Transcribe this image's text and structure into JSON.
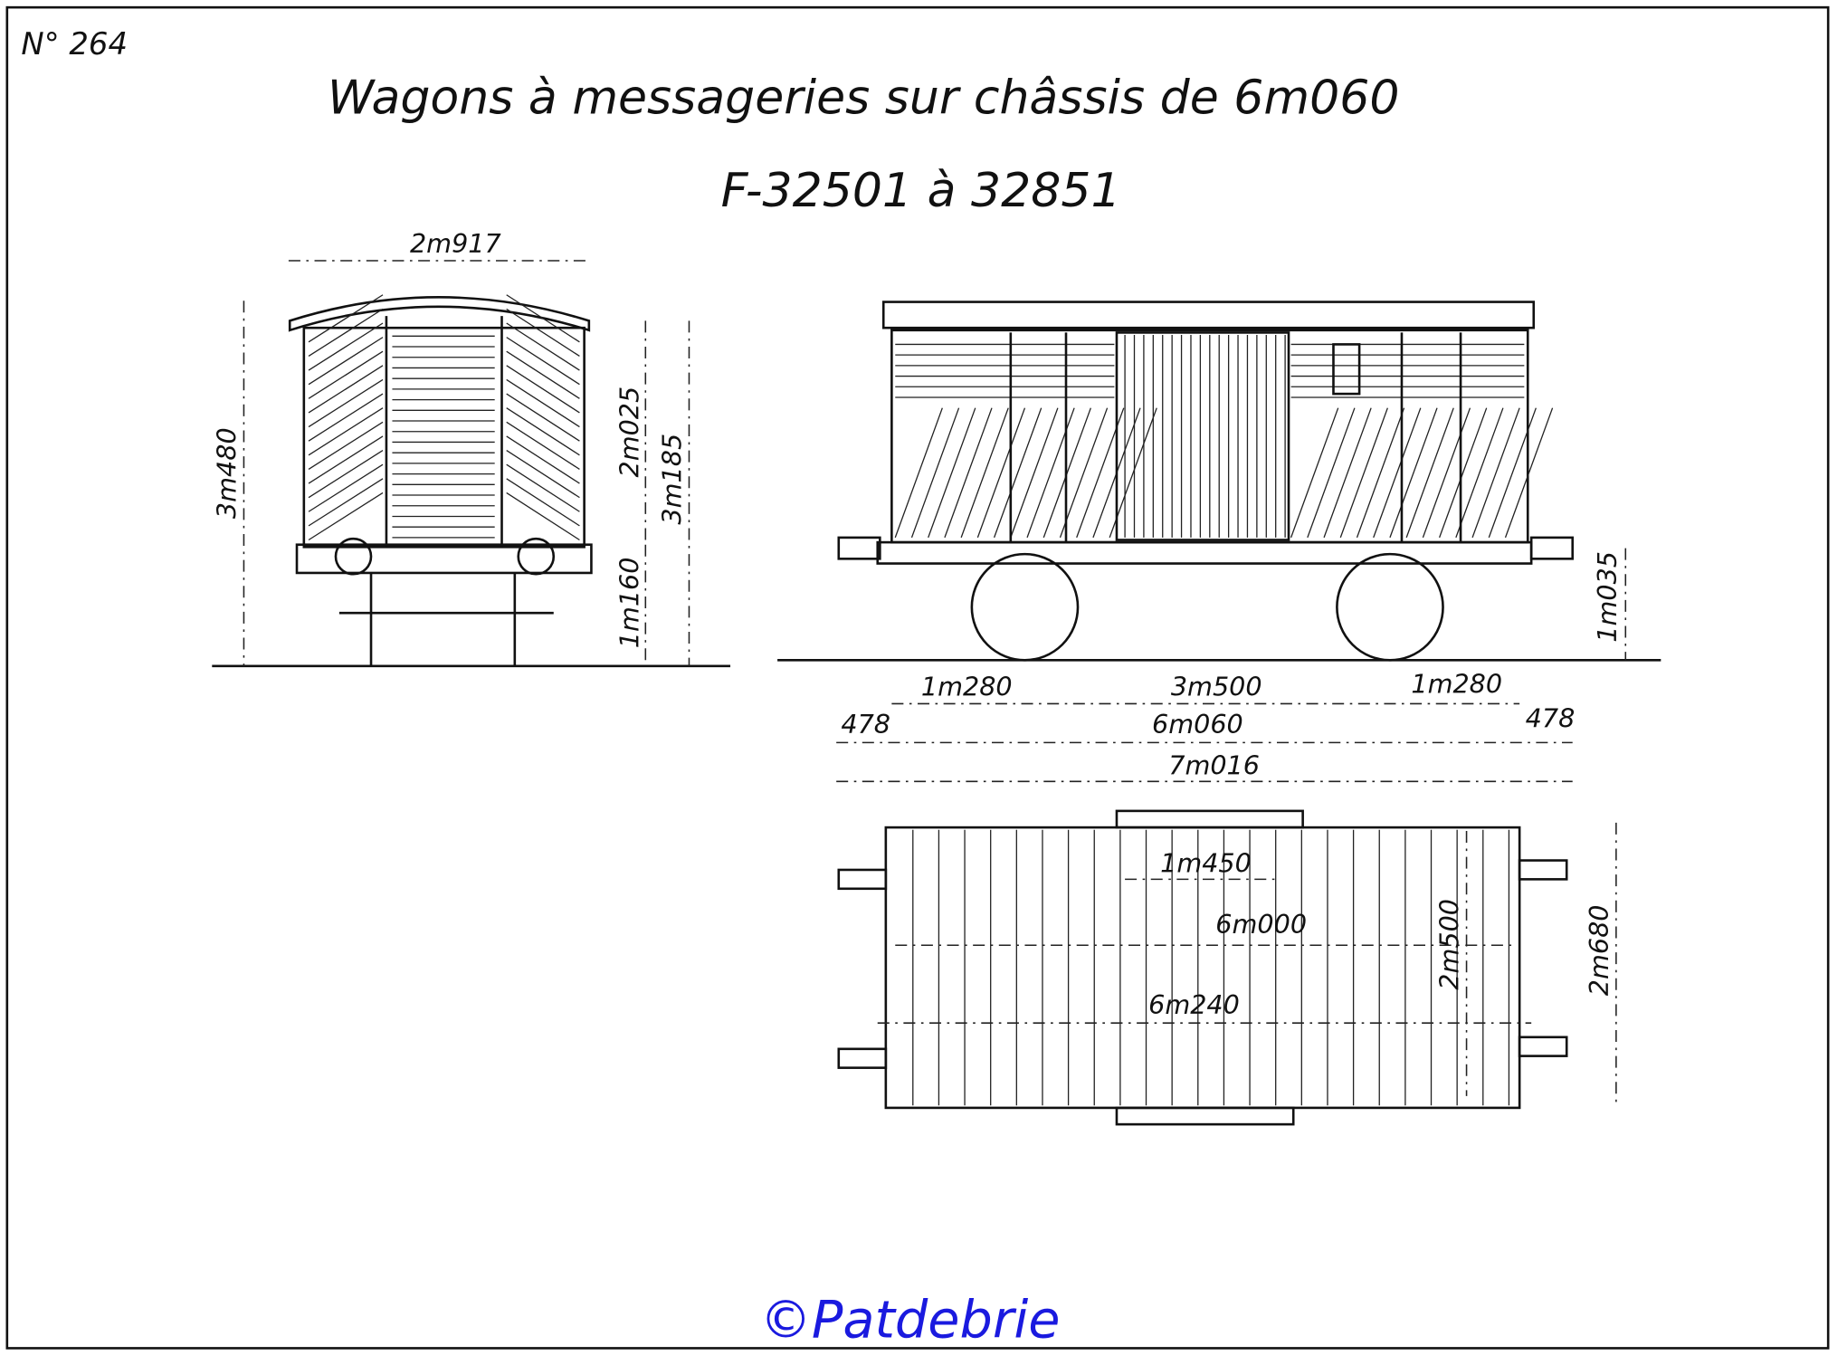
{
  "header": {
    "sheet_number": "N° 264",
    "title": "Wagons à messageries sur châssis de 6m060",
    "subtitle": "F-32501 à 32851"
  },
  "end_view": {
    "width": "2m917",
    "total_height": "3m480",
    "body_height": "2m025",
    "roof_height": "3m185",
    "floor_height": "1m160"
  },
  "side_view": {
    "buffer_height": "1m035",
    "overhang_left": "1m280",
    "wheelbase": "3m500",
    "overhang_right": "1m280",
    "buffer_left": "478",
    "chassis_length": "6m060",
    "buffer_right": "478",
    "total_length": "7m016"
  },
  "plan_view": {
    "door_width": "1m450",
    "inner_length": "6m000",
    "outer_length": "6m240",
    "inner_width": "2m500",
    "outer_width": "2m680"
  },
  "watermark": "©Patdebrie",
  "colors": {
    "ink": "#111111",
    "watermark": "#1a1adf"
  }
}
